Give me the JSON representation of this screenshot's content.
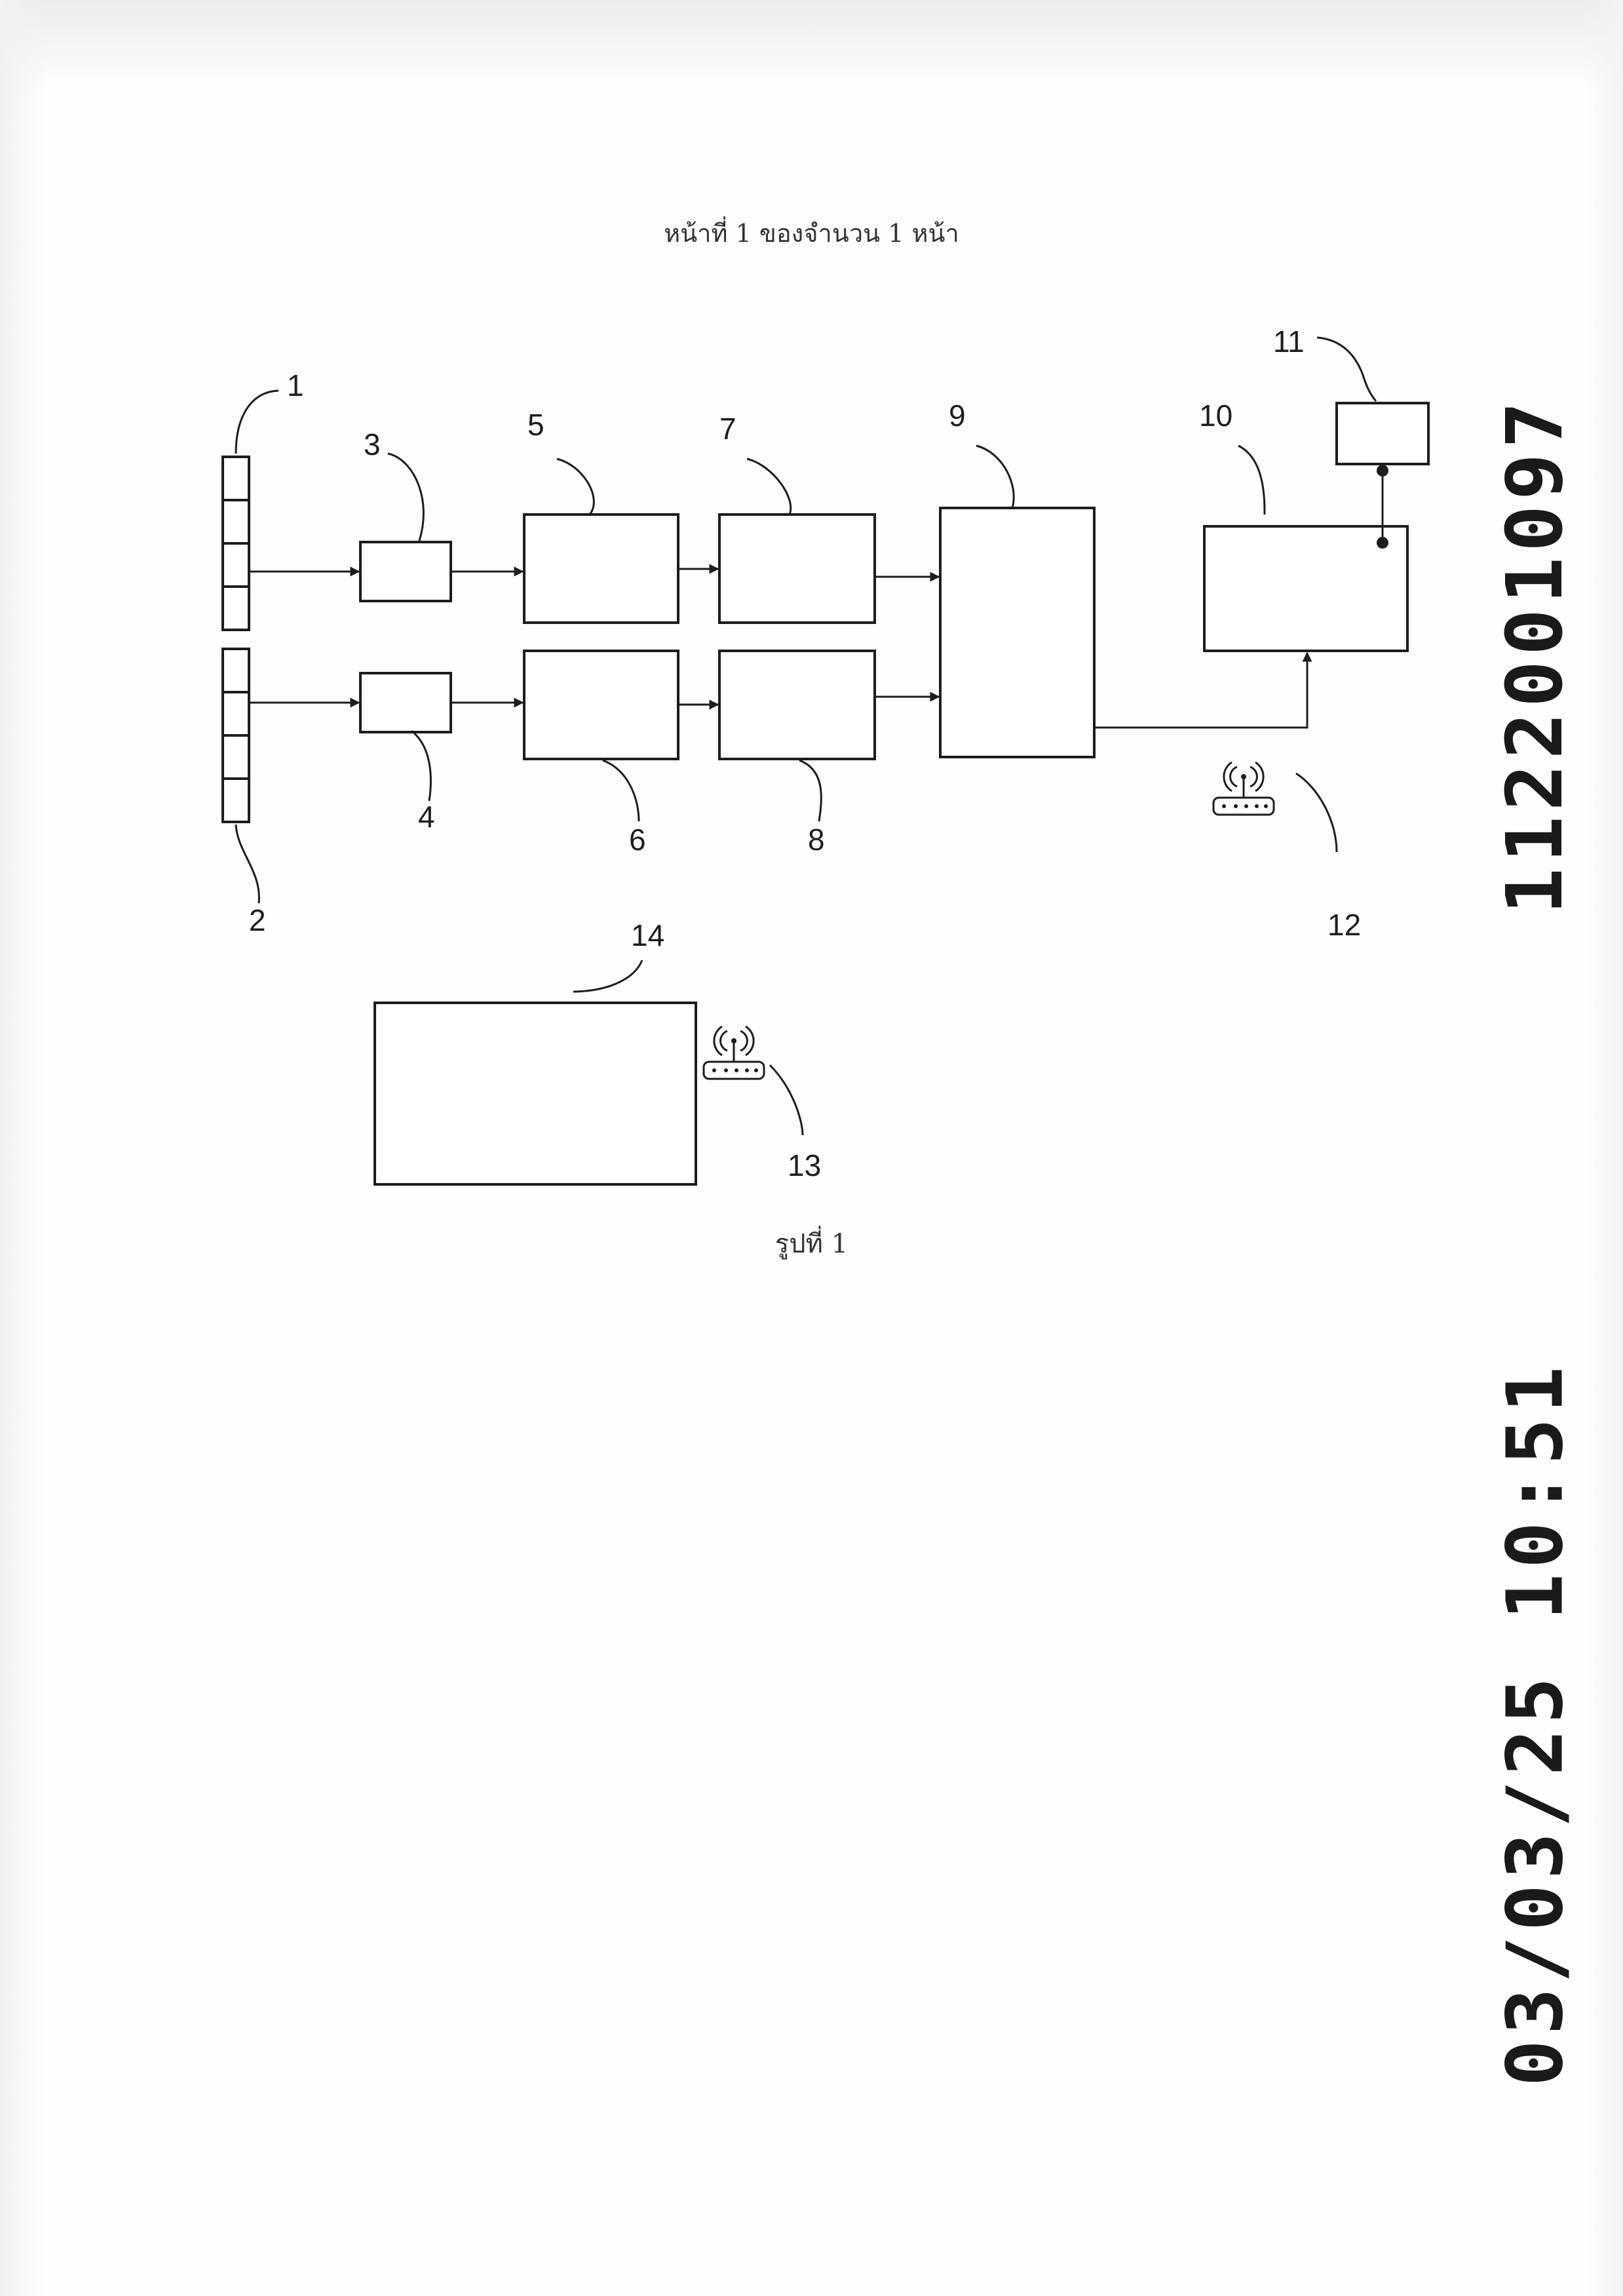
{
  "header": {
    "text": "หน้าที่ 1 ของจำนวน 1 หน้า"
  },
  "figure": {
    "caption": "รูปที่ 1",
    "reference_numerals": [
      "1",
      "2",
      "3",
      "4",
      "5",
      "6",
      "7",
      "8",
      "9",
      "10",
      "11",
      "12",
      "13",
      "14"
    ],
    "icons": {
      "router_12": "wireless-router-icon",
      "router_13": "wireless-router-icon"
    }
  },
  "stamps": {
    "upper": "1122001097",
    "lower": "03/03/25 10:51"
  }
}
